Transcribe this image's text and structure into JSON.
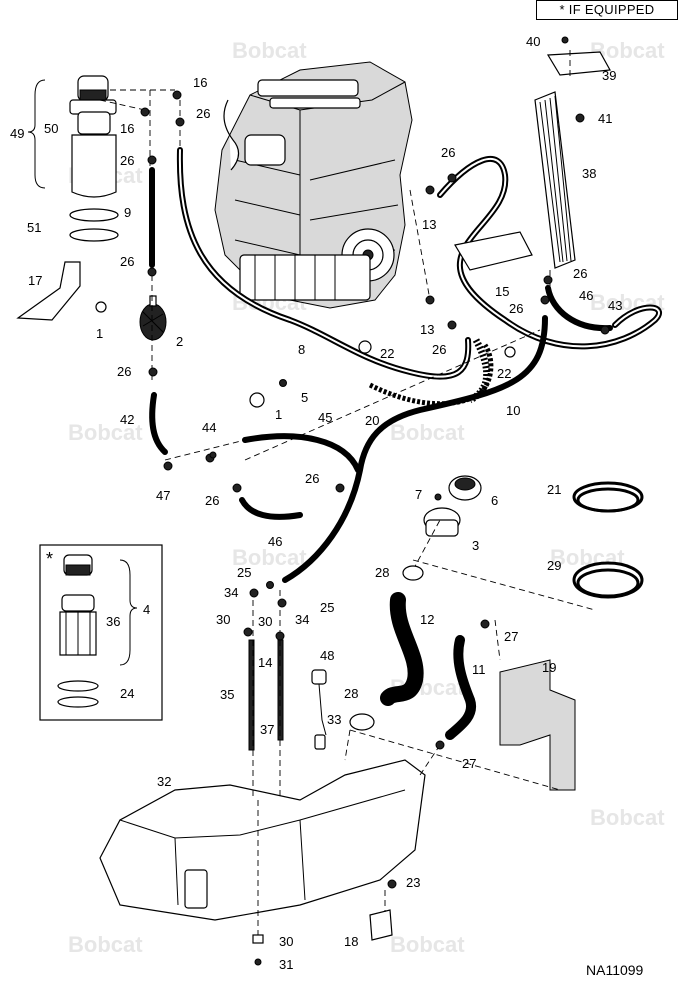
{
  "header": {
    "if_equipped": "* IF EQUIPPED"
  },
  "watermark": {
    "text": "Bobcat"
  },
  "inset": {
    "marker": "*"
  },
  "diagram_code": "NA11099",
  "callouts": {
    "c1a": "1",
    "c1b": "1",
    "c2": "2",
    "c3": "3",
    "c4": "4",
    "c5": "5",
    "c6": "6",
    "c7": "7",
    "c8": "8",
    "c9": "9",
    "c10": "10",
    "c11": "11",
    "c12": "12",
    "c13a": "13",
    "c13b": "13",
    "c14": "14",
    "c15": "15",
    "c16a": "16",
    "c16b": "16",
    "c17": "17",
    "c18": "18",
    "c19": "19",
    "c20": "20",
    "c21": "21",
    "c22a": "22",
    "c22b": "22",
    "c23": "23",
    "c24": "24",
    "c25a": "25",
    "c25b": "25",
    "c26a": "26",
    "c26b": "26",
    "c26c": "26",
    "c26d": "26",
    "c26e": "26",
    "c26f": "26",
    "c26g": "26",
    "c26h": "26",
    "c26i": "26",
    "c26j": "26",
    "c27a": "27",
    "c27b": "27",
    "c28a": "28",
    "c28b": "28",
    "c29": "29",
    "c30a": "30",
    "c30b": "30",
    "c30c": "30",
    "c31": "31",
    "c32": "32",
    "c33": "33",
    "c34a": "34",
    "c34b": "34",
    "c35": "35",
    "c36": "36",
    "c37": "37",
    "c38": "38",
    "c39": "39",
    "c40": "40",
    "c41": "41",
    "c42": "42",
    "c43": "43",
    "c44": "44",
    "c45": "45",
    "c46a": "46",
    "c46b": "46",
    "c47": "47",
    "c48": "48",
    "c49": "49",
    "c50": "50",
    "c51": "51"
  }
}
